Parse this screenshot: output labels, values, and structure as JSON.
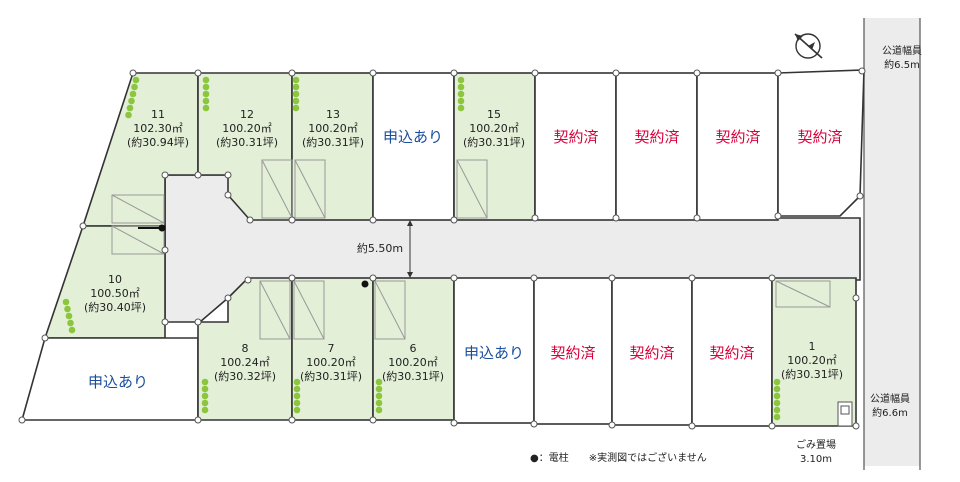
{
  "lots": {
    "lot1": {
      "no": "1",
      "area": "100.20㎡",
      "tsubo": "(約30.31坪)"
    },
    "lot6": {
      "no": "6",
      "area": "100.20㎡",
      "tsubo": "(約30.31坪)"
    },
    "lot7": {
      "no": "7",
      "area": "100.20㎡",
      "tsubo": "(約30.31坪)"
    },
    "lot8": {
      "no": "8",
      "area": "100.24㎡",
      "tsubo": "(約30.32坪)"
    },
    "lot10": {
      "no": "10",
      "area": "100.50㎡",
      "tsubo": "(約30.40坪)"
    },
    "lot11": {
      "no": "11",
      "area": "102.30㎡",
      "tsubo": "(約30.94坪)"
    },
    "lot12": {
      "no": "12",
      "area": "100.20㎡",
      "tsubo": "(約30.31坪)"
    },
    "lot13": {
      "no": "13",
      "area": "100.20㎡",
      "tsubo": "(約30.31坪)"
    },
    "lot15": {
      "no": "15",
      "area": "100.20㎡",
      "tsubo": "(約30.31坪)"
    }
  },
  "status": {
    "applied": "申込あり",
    "contracted": "契約済"
  },
  "labels": {
    "road_width": "約5.50m",
    "public_road_top_1": "公道幅員",
    "public_road_top_2": "約6.5m",
    "public_road_bottom_1": "公道幅員",
    "public_road_bottom_2": "約6.6m",
    "garbage_1": "ごみ置場",
    "garbage_2": "3.10m",
    "legend": "●：電柱　　※実測図ではございません"
  },
  "colors": {
    "available": "#e3efd7",
    "contracted_text": "#d7003a",
    "applied_text": "#1a4e9c",
    "tree": "#8cc63f"
  },
  "icons": {
    "compass": "north-arrow-icon",
    "pole": "utility-pole-icon"
  }
}
